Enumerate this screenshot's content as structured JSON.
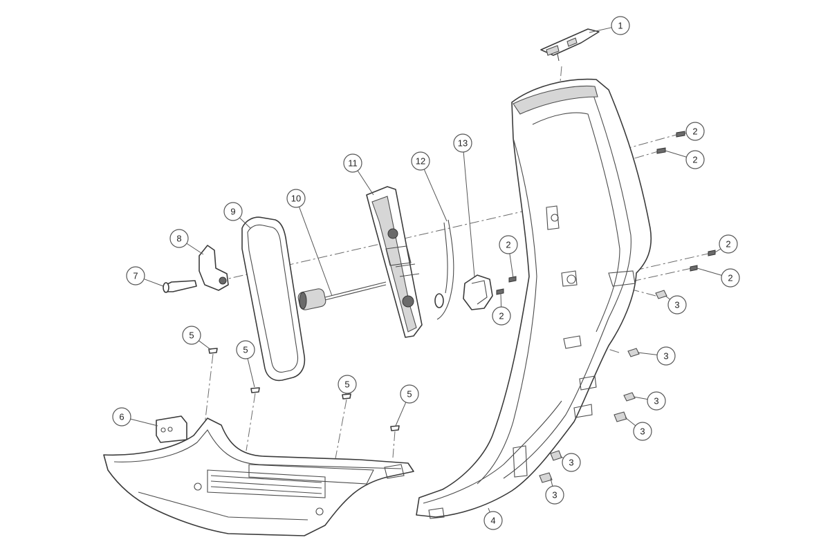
{
  "callouts": [
    {
      "label": "1"
    },
    {
      "label": "2"
    },
    {
      "label": "2"
    },
    {
      "label": "2"
    },
    {
      "label": "2"
    },
    {
      "label": "2"
    },
    {
      "label": "2"
    },
    {
      "label": "3"
    },
    {
      "label": "3"
    },
    {
      "label": "3"
    },
    {
      "label": "3"
    },
    {
      "label": "3"
    },
    {
      "label": "3"
    },
    {
      "label": "4"
    },
    {
      "label": "5"
    },
    {
      "label": "5"
    },
    {
      "label": "5"
    },
    {
      "label": "5"
    },
    {
      "label": "6"
    },
    {
      "label": "7"
    },
    {
      "label": "8"
    },
    {
      "label": "9"
    },
    {
      "label": "10"
    },
    {
      "label": "11"
    },
    {
      "label": "12"
    },
    {
      "label": "13"
    }
  ]
}
